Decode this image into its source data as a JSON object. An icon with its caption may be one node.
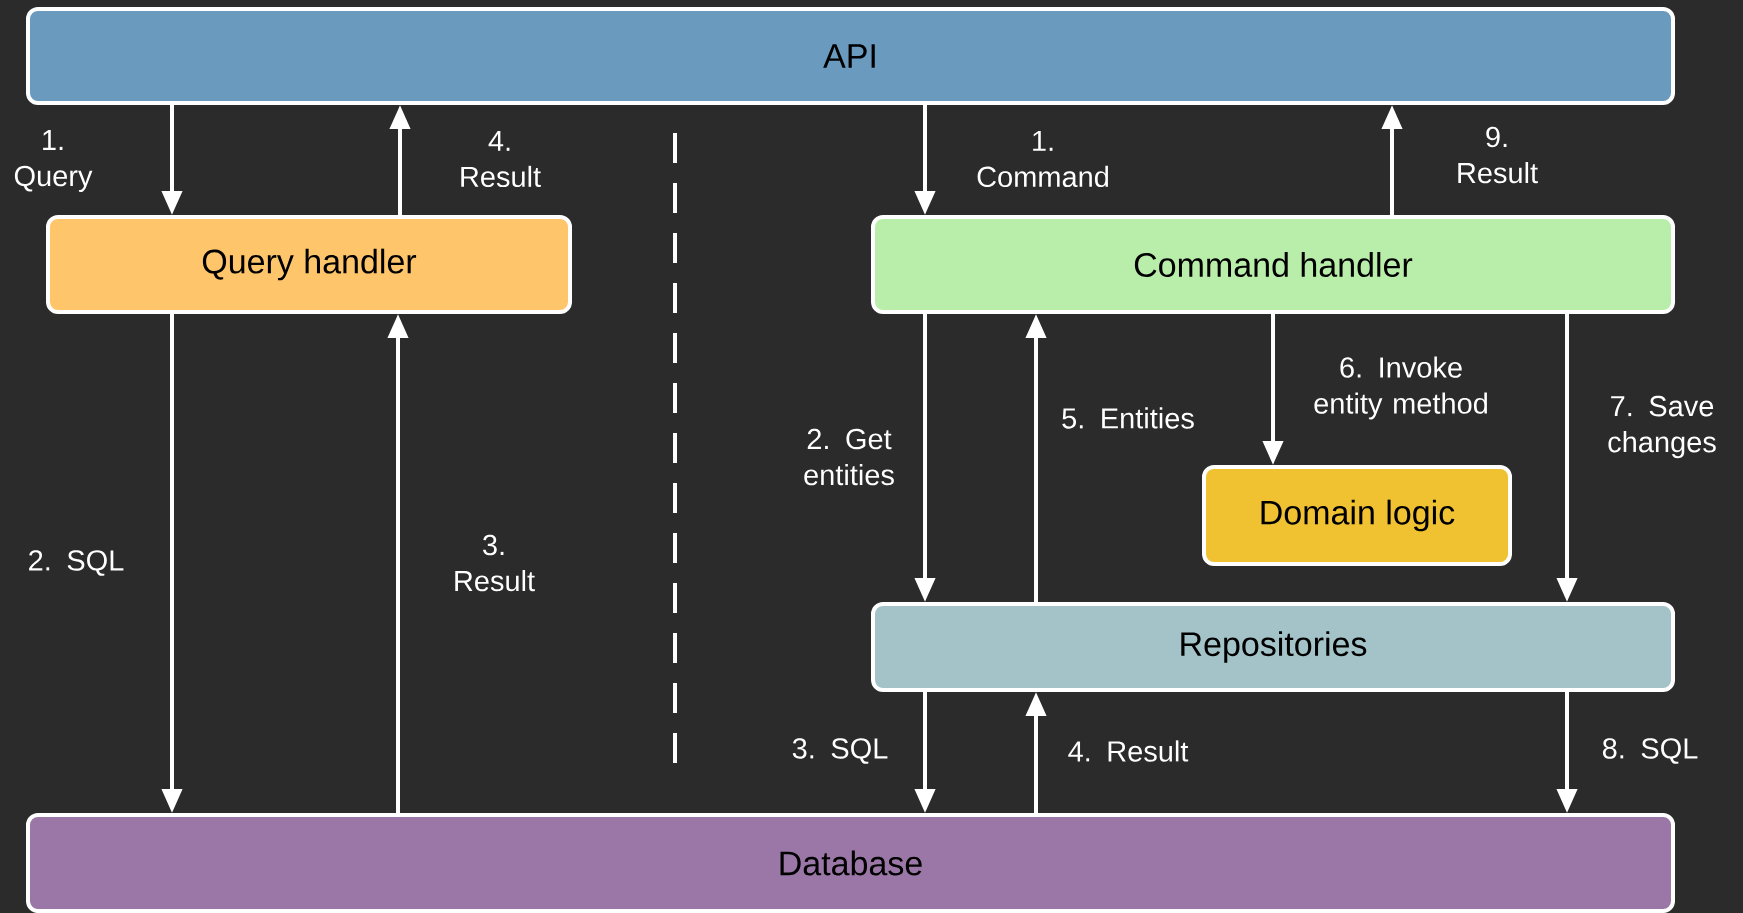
{
  "diagram": {
    "nodes": [
      {
        "text": [
          "API"
        ]
      },
      {
        "text": [
          "Query handler"
        ]
      },
      {
        "text": [
          "Command handler"
        ]
      },
      {
        "text": [
          "Domain logic"
        ]
      },
      {
        "text": [
          "Repositories"
        ]
      },
      {
        "text": [
          "Database"
        ]
      }
    ],
    "edges": [
      {
        "from": 0,
        "to": 1,
        "arrow": "to",
        "label": "1. Query"
      },
      {
        "from": 1,
        "to": 0,
        "arrow": "to",
        "label": "4. Result"
      },
      {
        "from": 1,
        "to": 5,
        "arrow": "to",
        "label": "2. SQL"
      },
      {
        "from": 5,
        "to": 1,
        "arrow": "to",
        "label": "3. Result"
      },
      {
        "from": 0,
        "to": 2,
        "arrow": "to",
        "label": "1. Command"
      },
      {
        "from": 2,
        "to": 0,
        "arrow": "to",
        "label": "9. Result"
      },
      {
        "from": 2,
        "to": 4,
        "arrow": "to",
        "label": "2. Get entities"
      },
      {
        "from": 4,
        "to": 2,
        "arrow": "to",
        "label": "5. Entities"
      },
      {
        "from": 2,
        "to": 3,
        "arrow": "to",
        "label": "6. Invoke entity method"
      },
      {
        "from": 2,
        "to": 4,
        "arrow": "to",
        "label": "7. Save changes"
      },
      {
        "from": 4,
        "to": 5,
        "arrow": "to",
        "label": "3. SQL"
      },
      {
        "from": 5,
        "to": 4,
        "arrow": "to",
        "label": "4. Result"
      },
      {
        "from": 4,
        "to": 5,
        "arrow": "to",
        "label": "8. SQL"
      }
    ]
  }
}
